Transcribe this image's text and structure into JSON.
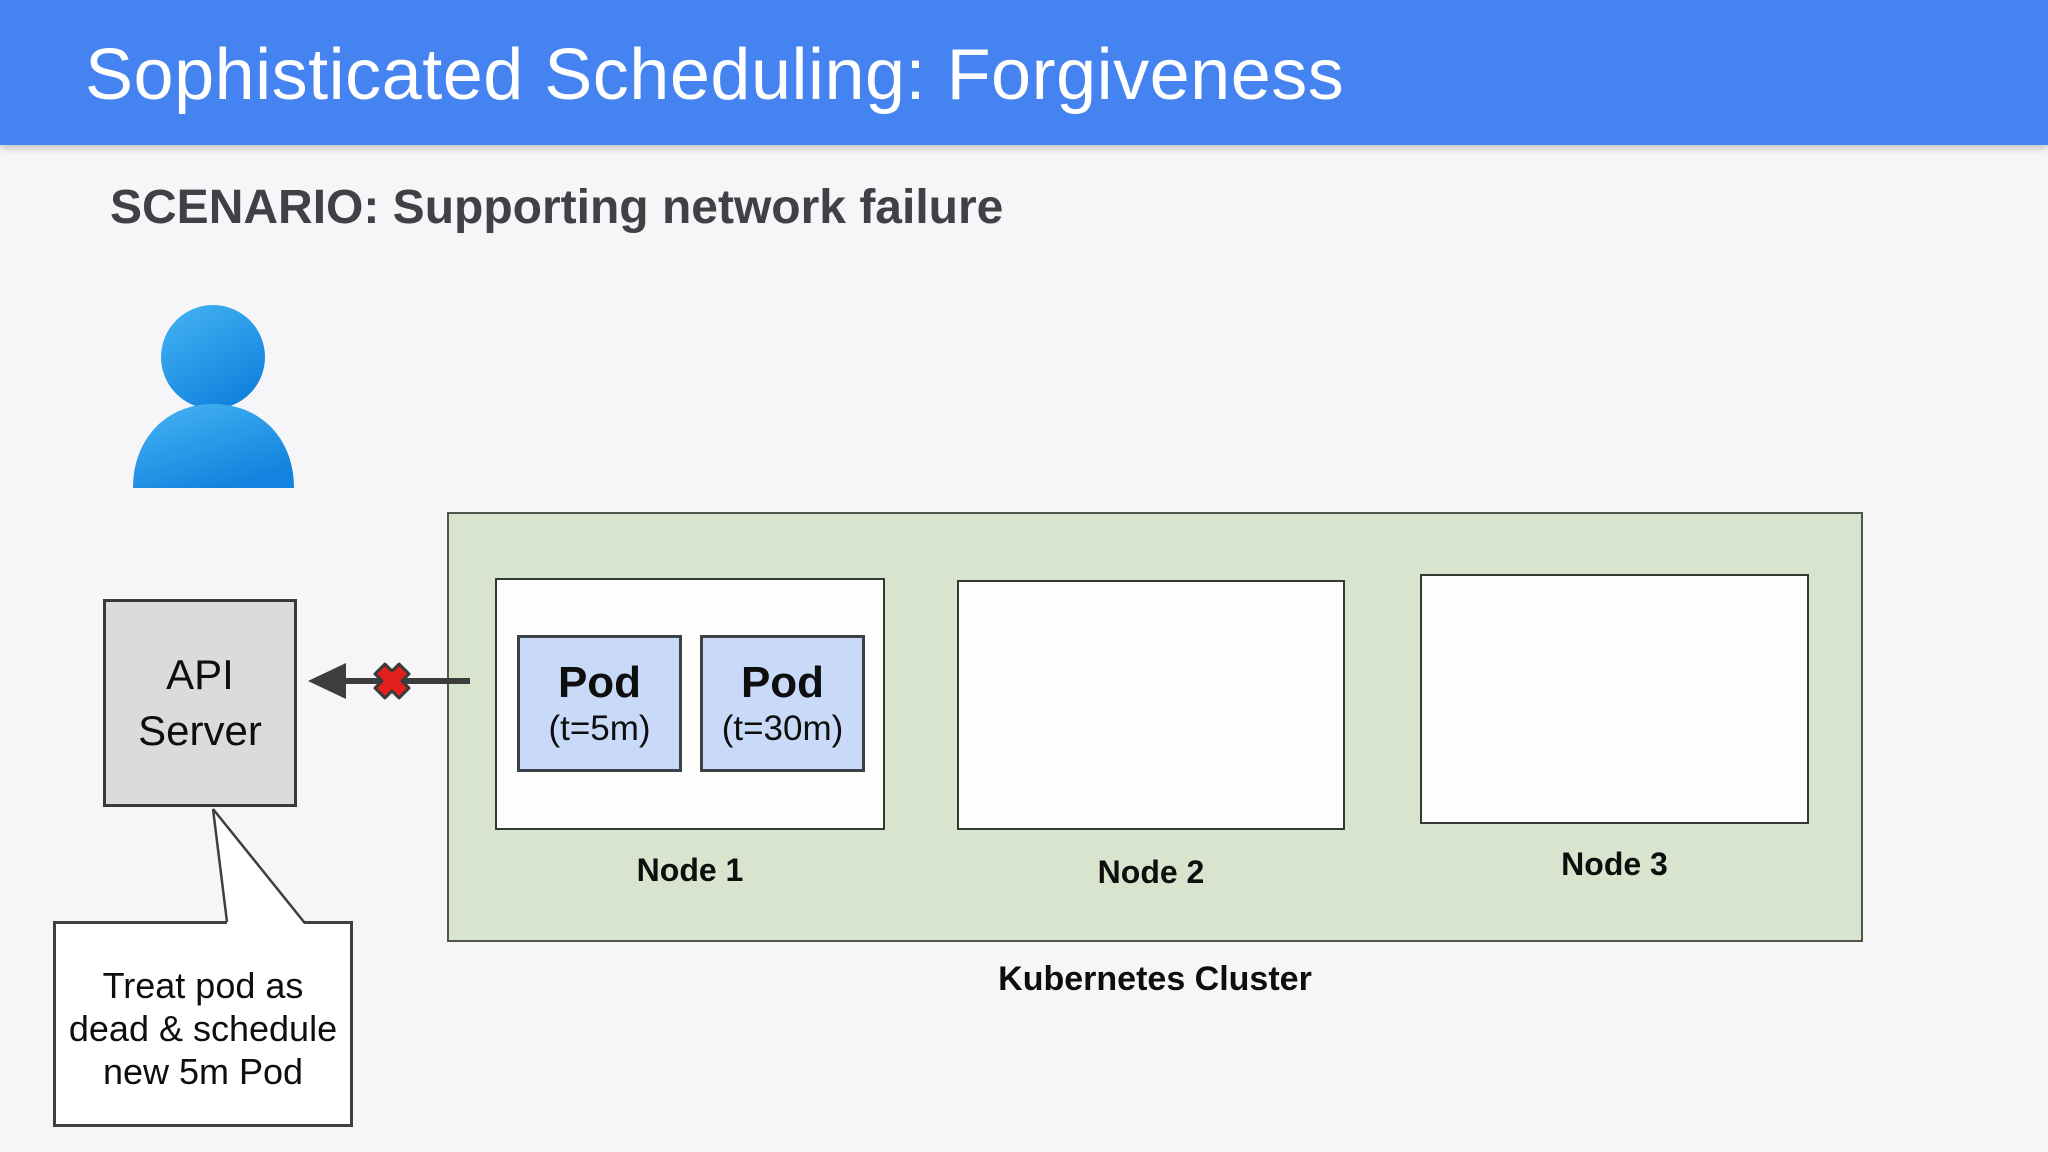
{
  "slide": {
    "title": "Sophisticated Scheduling: Forgiveness",
    "scenario_heading": "SCENARIO: Supporting network failure"
  },
  "api_server": {
    "label_line1": "API",
    "label_line2": "Server"
  },
  "cluster": {
    "label": "Kubernetes Cluster",
    "nodes": [
      {
        "label": "Node 1",
        "pods": [
          {
            "name": "Pod",
            "time": "(t=5m)"
          },
          {
            "name": "Pod",
            "time": "(t=30m)"
          }
        ]
      },
      {
        "label": "Node 2",
        "pods": []
      },
      {
        "label": "Node 3",
        "pods": []
      }
    ]
  },
  "callout": {
    "lines": [
      "Treat pod as",
      "dead & schedule",
      "new 5m Pod"
    ]
  },
  "icons": {
    "user": "user-icon",
    "error": "error-x-icon",
    "arrow": "arrow-left-icon"
  },
  "colors": {
    "header_blue": "#4583f0",
    "slide_bg": "#f6f6f8",
    "cluster_green": "#d8e4ce",
    "node_fill": "#fdfefc",
    "pod_blue": "#c9daf8",
    "api_gray": "#dbdbdb",
    "border_dark": "#3a3a3a",
    "arrow_gray": "#3d3d3d",
    "error_red": "#e3201b",
    "person_blue_light": "#3fb1f2",
    "person_blue_dark": "#1283de",
    "title_white": "#ffffff",
    "heading_gray": "#404045",
    "text_black": "#0e0e0e"
  }
}
